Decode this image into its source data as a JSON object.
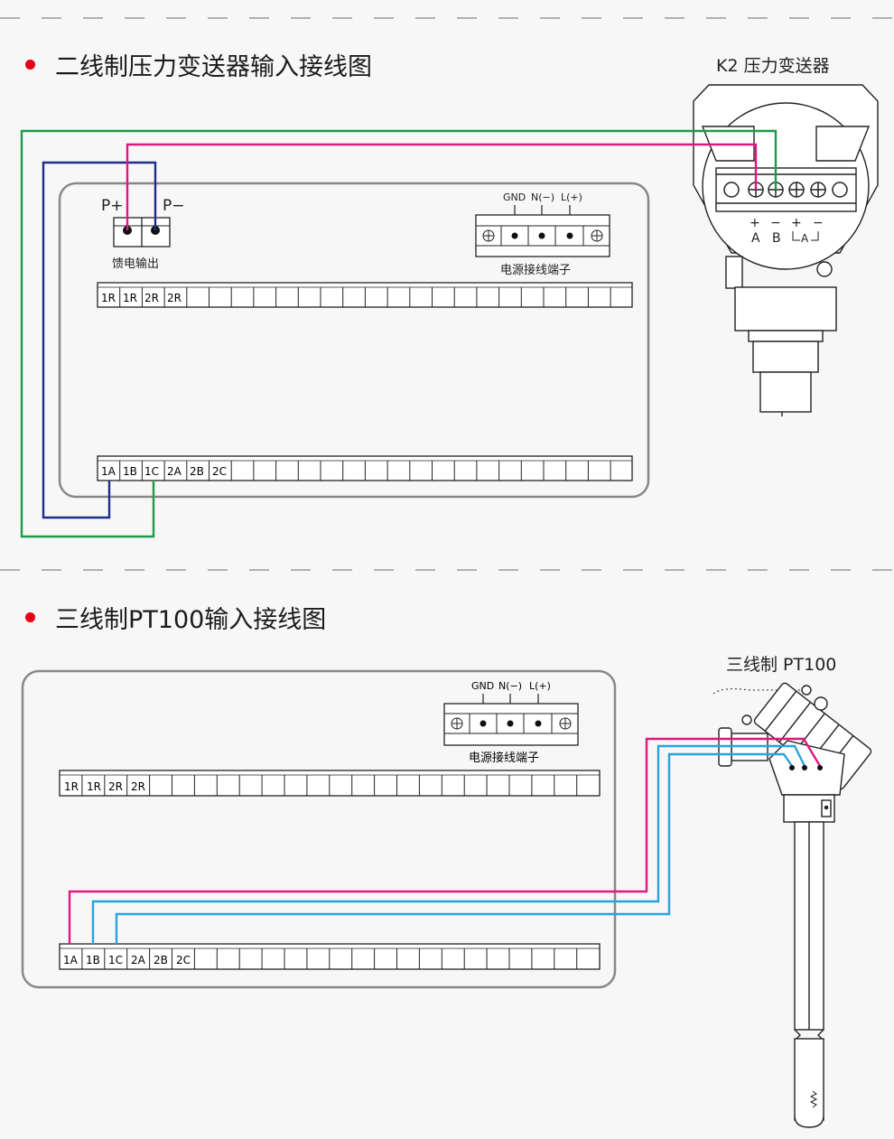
{
  "sections": [
    {
      "title": "二线制压力变送器输入接线图",
      "device_label": "K2 压力变送器"
    },
    {
      "title": "三线制PT100输入接线图",
      "device_label": "三线制 PT100"
    }
  ],
  "feed_output": {
    "label": "馈电输出",
    "plus": "P+",
    "minus": "P−"
  },
  "power_terminal": {
    "label": "电源接线端子",
    "gnd": "GND",
    "n": "N(−)",
    "l": "L(+)"
  },
  "top_strip_labels": [
    "1R",
    "1R",
    "2R",
    "2R"
  ],
  "bottom_strip_labels": [
    "1A",
    "1B",
    "1C",
    "2A",
    "2B",
    "2C"
  ],
  "transmitter_terminals": {
    "a_sign": "+",
    "a_label": "A",
    "b_sign": "−",
    "b_label": "B",
    "c_sign": "+",
    "d_sign": "−",
    "meter_label": "A"
  },
  "colors": {
    "green": "#1e9a48",
    "navy": "#1f2d8c",
    "magenta": "#e0177e",
    "blue": "#29a3dc",
    "accent": "#e60012"
  }
}
